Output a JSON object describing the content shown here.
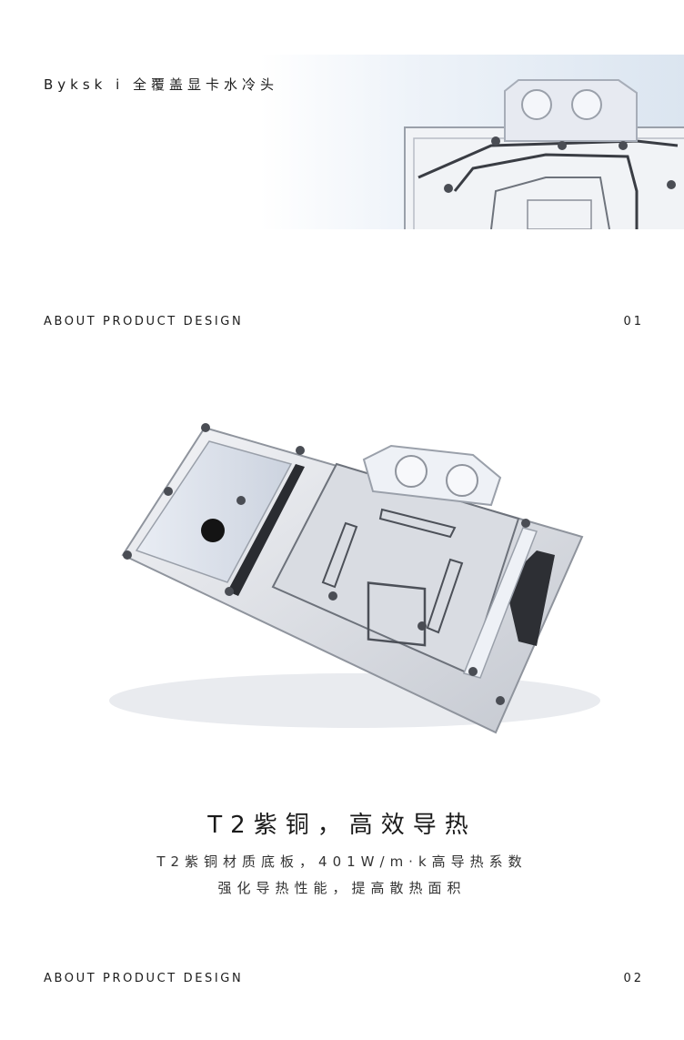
{
  "header": {
    "brand_title": "Byksk i 全覆盖显卡水冷头"
  },
  "section1": {
    "title": "ABOUT PRODUCT DESIGN",
    "number": "01"
  },
  "feature": {
    "headline": "T2紫铜，高效导热",
    "line1": "T2紫铜材质底板，401W/m·k高导热系数",
    "line2": "强化导热性能，提高散热面积"
  },
  "section2": {
    "title": "ABOUT PRODUCT DESIGN",
    "number": "02"
  },
  "colors": {
    "accent_gradient": "#dbe5f0",
    "text": "#1c1c1c",
    "metal": "#c9ccd3"
  }
}
